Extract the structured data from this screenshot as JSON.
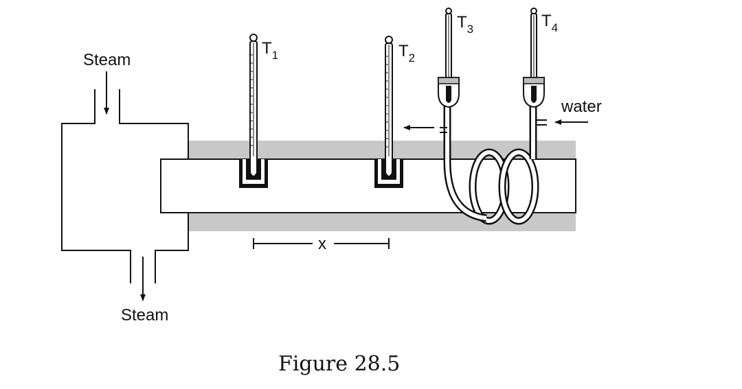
{
  "labels": {
    "steam_in": "Steam",
    "steam_out": "Steam",
    "water": "water",
    "distance": "x",
    "t1": {
      "main": "T",
      "sub": "1"
    },
    "t2": {
      "main": "T",
      "sub": "2"
    },
    "t3": {
      "main": "T",
      "sub": "3"
    },
    "t4": {
      "main": "T",
      "sub": "4"
    }
  },
  "caption": "Figure 28.5",
  "colors": {
    "line": "#111111",
    "insulation": "#c8c8c8",
    "well": "#111111",
    "background": "#ffffff"
  }
}
